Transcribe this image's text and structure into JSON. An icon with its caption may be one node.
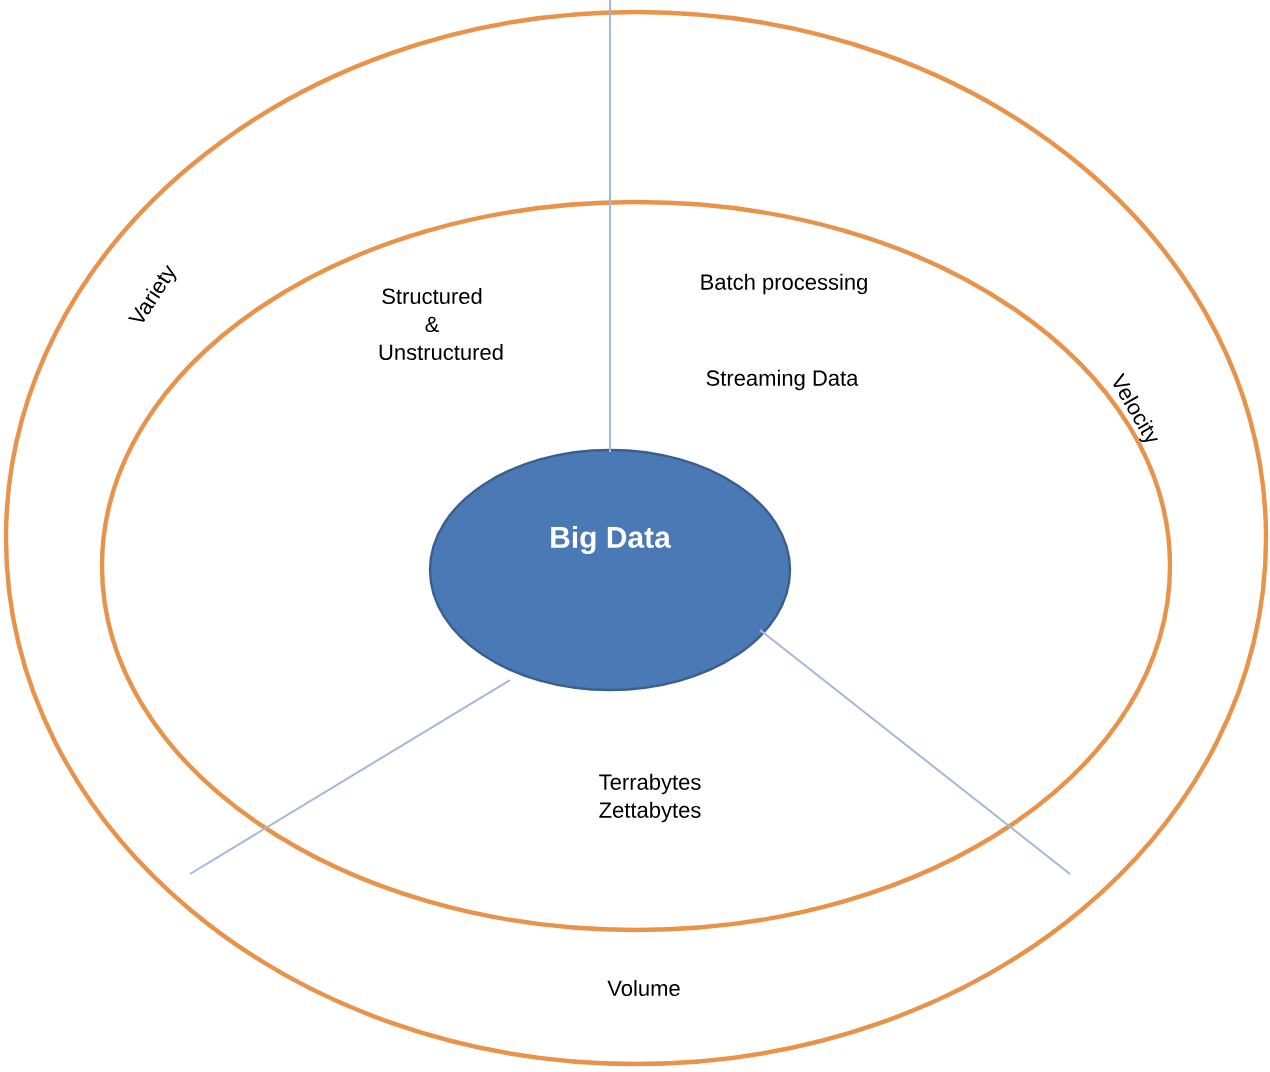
{
  "diagram": {
    "nodes": [
      {
        "text": [
          "Variety",
          "Velocity",
          "Volume"
        ]
      },
      {
        "text": [
          "Structured & Unstructured",
          "Batch processing",
          "Streaming Data",
          "Terrabytes Zettabytes"
        ],
        "in": 0
      },
      {
        "text": [
          "Big Data"
        ],
        "in": 1
      }
    ]
  }
}
